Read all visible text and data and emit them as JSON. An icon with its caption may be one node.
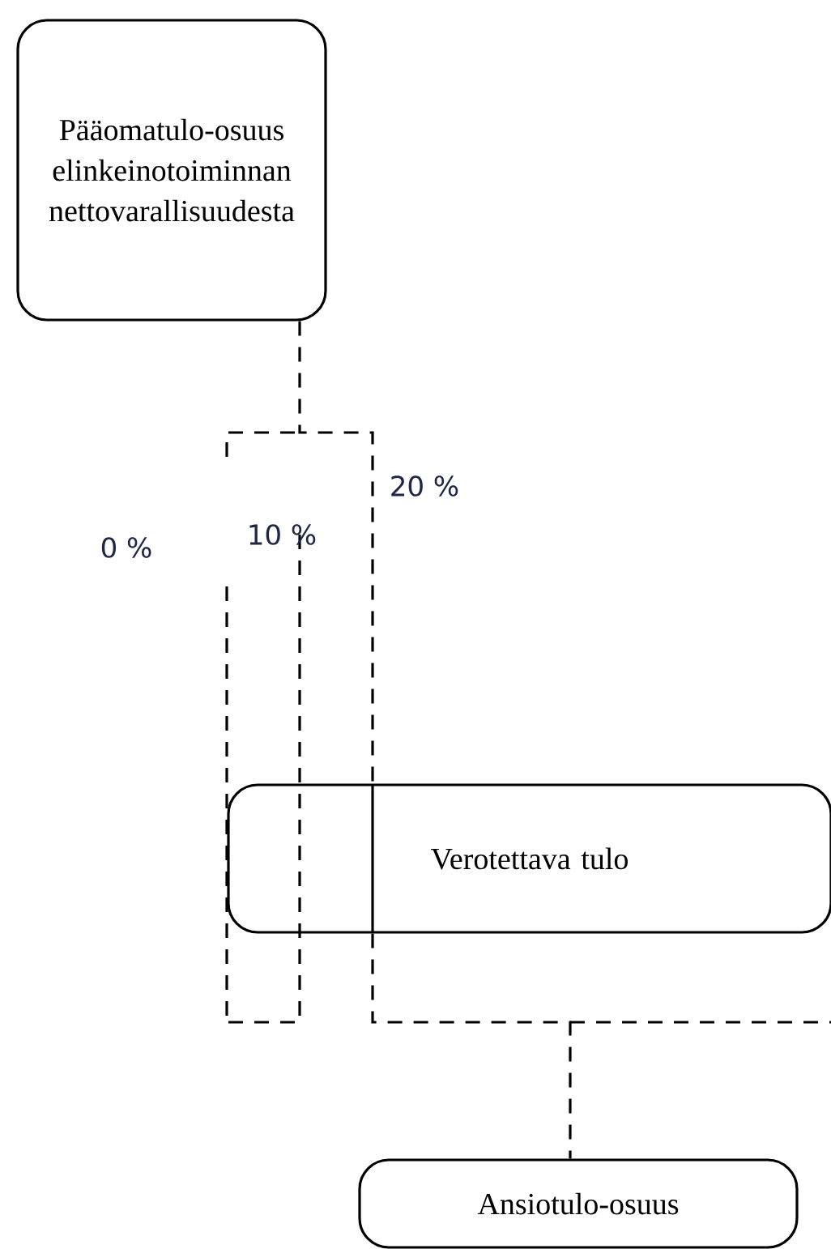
{
  "diagram": {
    "nodes": [
      {
        "text": [
          "Pääomatulo-osuus elinkeinotoiminnan nettovarallisuudesta"
        ]
      },
      {
        "text": [
          "Verotettava tulo"
        ]
      },
      {
        "text": [
          "Ansiotulo-osuus"
        ]
      }
    ],
    "edges": [
      {
        "from": 0,
        "to": 1,
        "arrow": "none",
        "style": "dashed"
      },
      {
        "from": 1,
        "to": 2,
        "arrow": "none",
        "style": "dashed"
      }
    ],
    "labels": [
      "20 %",
      "10 %",
      "0 %"
    ]
  }
}
